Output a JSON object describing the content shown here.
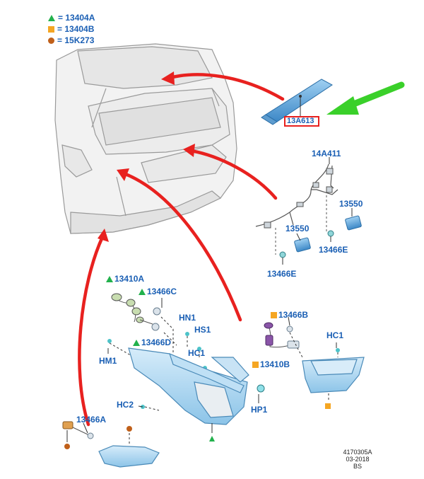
{
  "legend": [
    {
      "symbol": "triangle",
      "color": "#22b14c",
      "text": "= 13404A"
    },
    {
      "symbol": "square",
      "color": "#f5a623",
      "text": "= 13404B"
    },
    {
      "symbol": "circle",
      "color": "#c0601a",
      "text": "= 15K273"
    }
  ],
  "labels": {
    "brake_light": "13A613",
    "harness": "14A411",
    "lamp_right": "13550",
    "lamp_left": "13550",
    "socket_right": "13466E",
    "socket_left": "13466E",
    "tail_lamp": "13410A",
    "bulb_socket_c": "13466C",
    "bulb_d": "13466D",
    "hn1": "HN1",
    "hs1": "HS1",
    "hc1_main": "HC1",
    "hm1": "HM1",
    "hc2": "HC2",
    "hp1": "HP1",
    "socket_b": "13466B",
    "lamp_b": "13410B",
    "hc1_right": "HC1",
    "socket_a": "13466A"
  },
  "footer": {
    "code": "4170305A",
    "date": "03-2018",
    "initials": "BS"
  },
  "colors": {
    "arrow_red": "#e8211f",
    "arrow_green": "#3ad02a",
    "label_blue": "#1a5fb4",
    "part_blue": "#9fd0ee"
  }
}
